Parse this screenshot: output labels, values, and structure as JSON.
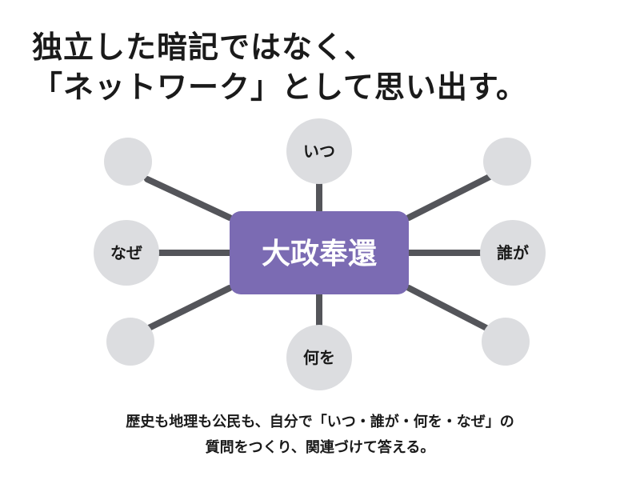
{
  "headline": {
    "line1": "独立した暗記ではなく、",
    "line2": "「ネットワーク」として思い出す。"
  },
  "diagram": {
    "center": "大政奉還",
    "nodes": {
      "top": "いつ",
      "left": "なぜ",
      "right": "誰が",
      "bottom": "何を",
      "top_left": "",
      "top_right": "",
      "bottom_left": "",
      "bottom_right": ""
    },
    "colors": {
      "center_fill": "#7b6bb3",
      "node_fill": "#dcdde0",
      "connector": "#54555a"
    }
  },
  "caption": {
    "line1": "歴史も地理も公民も、自分で「いつ・誰が・何を・なぜ」の",
    "line2": "質問をつくり、関連づけて答える。"
  }
}
